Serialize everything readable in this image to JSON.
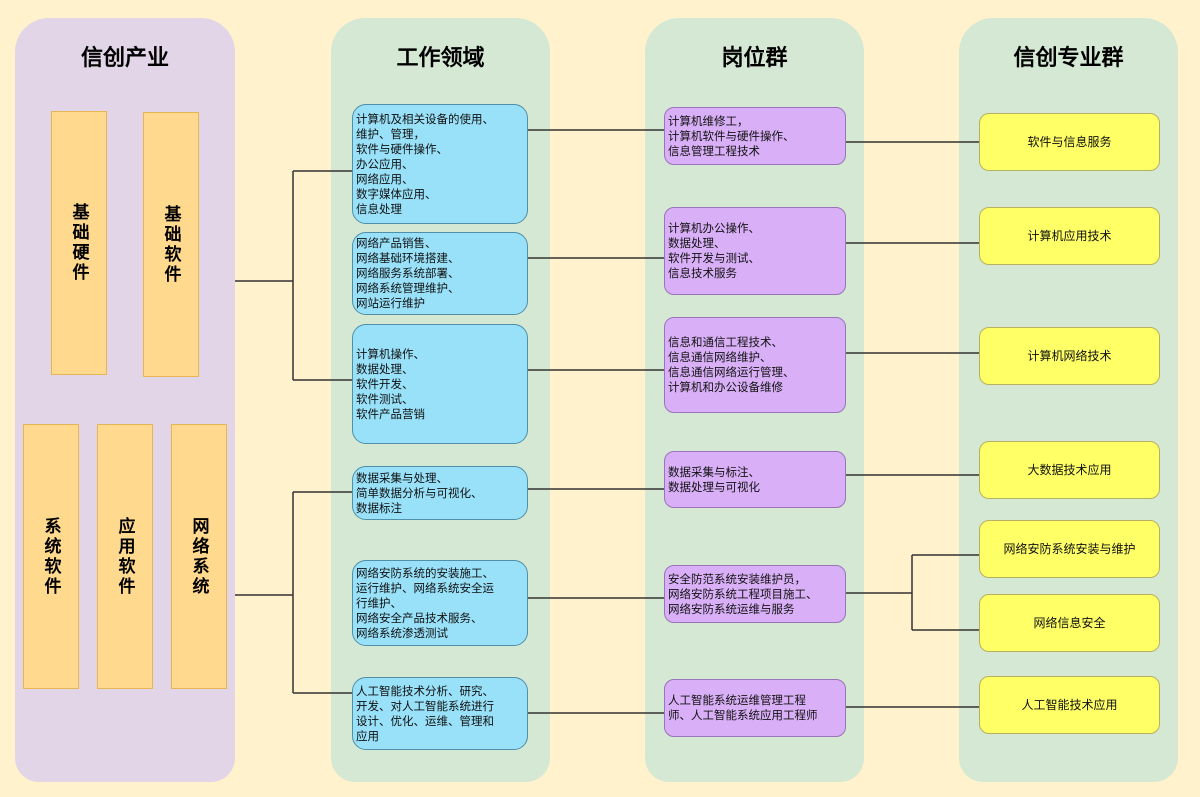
{
  "columns": [
    {
      "title": "信创产业"
    },
    {
      "title": "工作领域"
    },
    {
      "title": "岗位群"
    },
    {
      "title": "信创专业群"
    }
  ],
  "industry": {
    "top_group": [
      "基础硬件",
      "基础软件"
    ],
    "bottom_group": [
      "系统软件",
      "应用软件",
      "网络系统"
    ]
  },
  "work_areas": [
    "计算机及相关设备的使用、\n维护、管理，\n软件与硬件操作、\n办公应用、\n网络应用、\n数字媒体应用、\n信息处理",
    "网络产品销售、\n网络基础环境搭建、\n网络服务系统部署、\n网络系统管理维护、\n网站运行维护",
    "计算机操作、\n数据处理、\n软件开发、\n软件测试、\n软件产品营销",
    "数据采集与处理、\n简单数据分析与可视化、\n数据标注",
    "网络安防系统的安装施工、\n运行维护、网络系统安全运\n行维护、\n网络安全产品技术服务、\n网络系统渗透测试",
    "人工智能技术分析、研究、\n开发、对人工智能系统进行\n设计、优化、运维、管理和\n应用"
  ],
  "job_groups": [
    "计算机维修工，\n计算机软件与硬件操作、\n信息管理工程技术",
    "计算机办公操作、\n数据处理、\n软件开发与测试、\n信息技术服务",
    "信息和通信工程技术、\n信息通信网络维护、\n信息通信网络运行管理、\n计算机和办公设备维修",
    "数据采集与标注、\n数据处理与可视化",
    "安全防范系统安装维护员，\n网络安防系统工程项目施工、\n网络安防系统运维与服务",
    "人工智能系统运维管理工程\n师、人工智能系统应用工程师"
  ],
  "majors": [
    "软件与信息服务",
    "计算机应用技术",
    "计算机网络技术",
    "大数据技术应用",
    "网络安防系统安装与维护",
    "网络信息安全",
    "人工智能技术应用"
  ],
  "colors": {
    "background": "#fff2cc",
    "industry_panel": "#e1d5e7",
    "column_panel": "#d5e8d4",
    "industry_box": "#ffd98e",
    "work_area_box": "#99e1f9",
    "job_group_box": "#d9b0f7",
    "major_box": "#ffff66"
  }
}
